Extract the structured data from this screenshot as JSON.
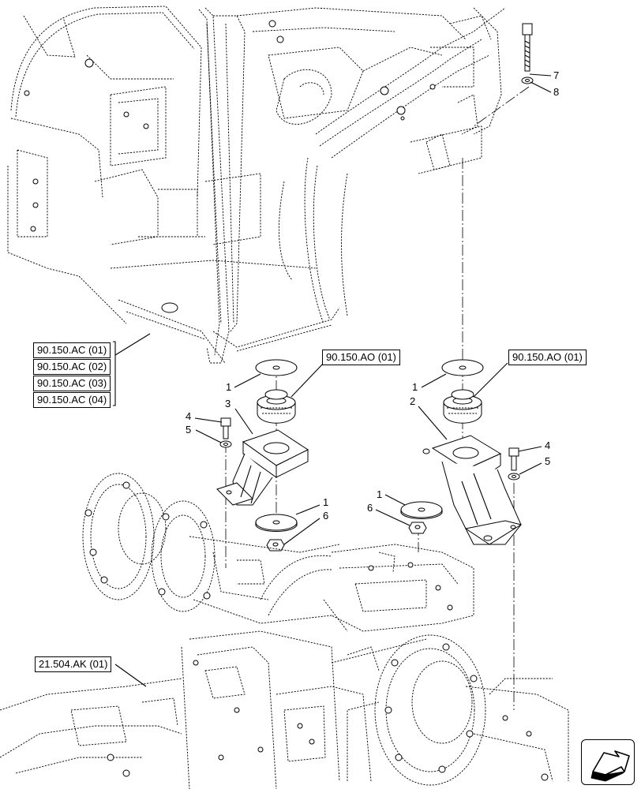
{
  "references": {
    "cab": [
      "90.150.AC (01)",
      "90.150.AC (02)",
      "90.150.AC (03)",
      "90.150.AC (04)"
    ],
    "mount_left": "90.150.AO (01)",
    "mount_right": "90.150.AO (01)",
    "axle": "21.504.AK (01)"
  },
  "callouts": {
    "c7": "7",
    "c8": "8",
    "c1_left": "1",
    "c3": "3",
    "c4_left": "4",
    "c5_left": "5",
    "c1_left_low": "1",
    "c6_left": "6",
    "c1_right": "1",
    "c2": "2",
    "c4_right": "4",
    "c5_right": "5",
    "c1_right_low": "1",
    "c6_right": "6"
  },
  "icons": {
    "navigation": "next-page-arrow-icon"
  }
}
